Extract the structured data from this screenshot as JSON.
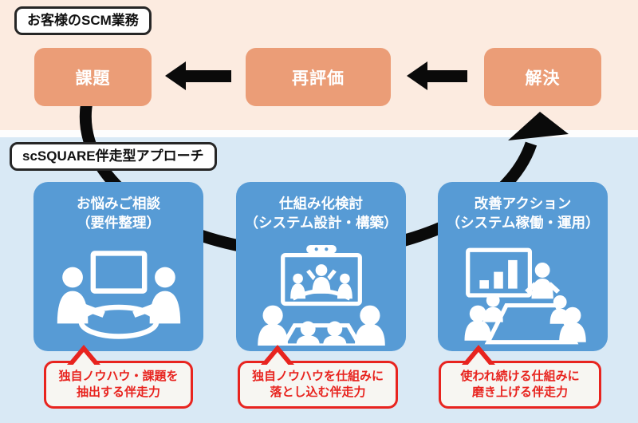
{
  "customer_section": {
    "label": "お客様のSCM業務",
    "flow_boxes": [
      "課題",
      "再評価",
      "解決"
    ]
  },
  "approach_section": {
    "label": "scSQUARE伴走型アプローチ",
    "steps": [
      {
        "title": "お悩みご相談",
        "subtitle": "（要件整理）",
        "icon": "consultation-meeting-icon",
        "bubble": {
          "line1": "独自ノウハウ・課題を",
          "line2": "抽出する伴走力"
        }
      },
      {
        "title": "仕組み化検討",
        "subtitle": "（システム設計・構築）",
        "icon": "video-conference-icon",
        "bubble": {
          "line1": "独自ノウハウを仕組みに",
          "line2": "落とし込む伴走力"
        }
      },
      {
        "title": "改善アクション",
        "subtitle": "（システム稼働・運用）",
        "icon": "presentation-chart-icon",
        "bubble": {
          "line1": "使われ続ける仕組みに",
          "line2": "磨き上げる伴走力"
        }
      }
    ]
  },
  "colors": {
    "customer_band_bg": "#fcebe0",
    "approach_band_bg": "#d9e9f5",
    "flow_box_bg": "#eb9d77",
    "step_box_bg": "#579bd5",
    "accent_red": "#e8241f",
    "bubble_bg": "#f7f6f2",
    "arrow_black": "#0a0a0a"
  }
}
